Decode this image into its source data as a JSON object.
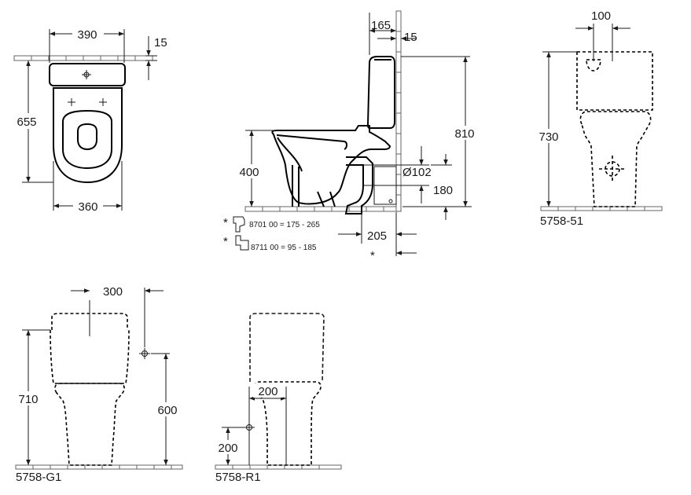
{
  "top_view": {
    "width_top": "390",
    "wall_gap": "15",
    "depth": "655",
    "width_bottom": "360"
  },
  "side_view": {
    "tank_depth": "165",
    "wall_gap": "15",
    "total_height": "810",
    "bowl_height": "400",
    "outlet_diameter": "Ø102",
    "outlet_height": "180",
    "outlet_offset": "205",
    "footnote_mark": "*",
    "note_1_mark": "*",
    "note_1_text": "8701 00  = 175 -  265",
    "note_2_mark": "*",
    "note_2_text": "8711 00  =   95 -  185"
  },
  "front_view_51": {
    "offset": "100",
    "height": "730",
    "model": "5758-51"
  },
  "front_view_g1": {
    "offset": "300",
    "height": "710",
    "supply_height": "600",
    "model": "5758-G1"
  },
  "front_view_r1": {
    "offset": "200",
    "supply_height": "200",
    "model": "5758-R1"
  }
}
